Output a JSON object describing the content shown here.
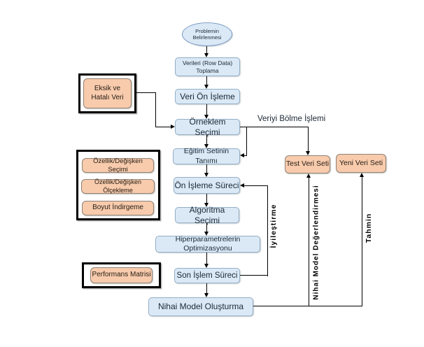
{
  "diagram": {
    "kind": "flowchart",
    "colors": {
      "process_fill": "#dbe9f7",
      "process_border": "#93aec6",
      "data_fill": "#f8cbad",
      "data_border": "#8f8274",
      "frame_border": "#000000"
    },
    "nodes": {
      "problem": {
        "line1": "Problemin",
        "line2": "Belirlenmesi"
      },
      "collect": {
        "line1": "Verileri (Row Data)",
        "line2": "Toplama"
      },
      "preprocess": "Veri Ön İşleme",
      "sampling": "Örneklem Seçimi",
      "training_set": "Eğitim Setinin Tanımı",
      "preprocess_flow": "Ön İşleme Süreci",
      "algorithm": "Algoritma Seçimi",
      "hyperparam": "Hiperparametrelerin Optimizasyonu",
      "postprocess": "Son İşlem Süreci",
      "final_model": "Nihai Model Oluşturma",
      "missing_data": {
        "line1": "Eksik ve",
        "line2": "Hatalı Veri"
      },
      "feature_select": "Özellik/Değişken Seçimi",
      "feature_scale": "Özellik/Değişken Ölçekleme",
      "dim_reduce": "Boyut İndirgeme",
      "performance": "Performans Matrisi",
      "test_set": "Test Veri Seti",
      "new_set": "Yeni Veri Seti"
    },
    "edge_labels": {
      "split": "Veriyi Bölme İşlemi",
      "improve": "İyileştirme",
      "evaluate": "Nihai Model Değerlendirmesi",
      "predict": "Tahmin"
    }
  }
}
